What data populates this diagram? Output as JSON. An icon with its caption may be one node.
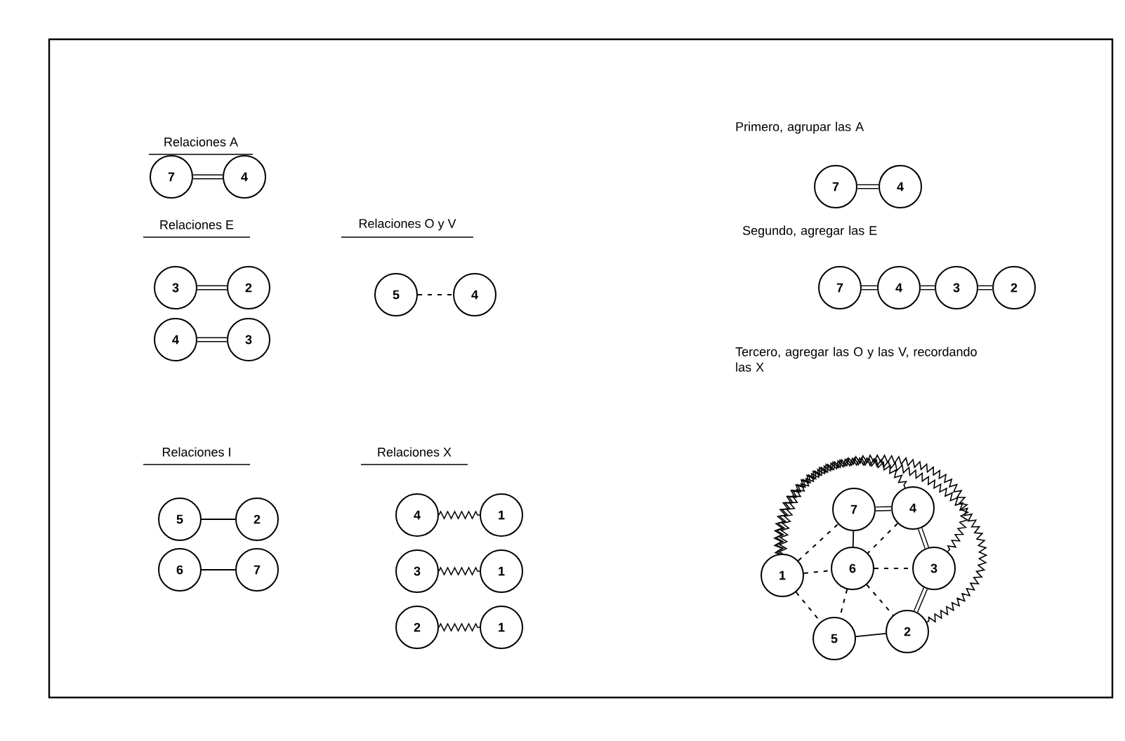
{
  "diagram": {
    "nodes": [
      {
        "text": [
          "7"
        ]
      },
      {
        "text": [
          "4"
        ]
      },
      {
        "text": [
          "3"
        ]
      },
      {
        "text": [
          "2"
        ]
      },
      {
        "text": [
          "4"
        ]
      },
      {
        "text": [
          "3"
        ]
      },
      {
        "text": [
          "5"
        ]
      },
      {
        "text": [
          "4"
        ]
      },
      {
        "text": [
          "5"
        ]
      },
      {
        "text": [
          "2"
        ]
      },
      {
        "text": [
          "6"
        ]
      },
      {
        "text": [
          "7"
        ]
      },
      {
        "text": [
          "4"
        ]
      },
      {
        "text": [
          "1"
        ]
      },
      {
        "text": [
          "3"
        ]
      },
      {
        "text": [
          "1"
        ]
      },
      {
        "text": [
          "2"
        ]
      },
      {
        "text": [
          "1"
        ]
      },
      {
        "text": [
          "7"
        ]
      },
      {
        "text": [
          "4"
        ]
      },
      {
        "text": [
          "7"
        ]
      },
      {
        "text": [
          "4"
        ]
      },
      {
        "text": [
          "3"
        ]
      },
      {
        "text": [
          "2"
        ]
      },
      {
        "text": [
          "7"
        ]
      },
      {
        "text": [
          "4"
        ]
      },
      {
        "text": [
          "1"
        ]
      },
      {
        "text": [
          "6"
        ]
      },
      {
        "text": [
          "3"
        ]
      },
      {
        "text": [
          "5"
        ]
      },
      {
        "text": [
          "2"
        ]
      }
    ],
    "edges": [
      {
        "from": 0,
        "to": 1,
        "arrow": "none",
        "style": "thick"
      },
      {
        "from": 2,
        "to": 3,
        "arrow": "none",
        "style": "thick"
      },
      {
        "from": 4,
        "to": 5,
        "arrow": "none",
        "style": "thick"
      },
      {
        "from": 6,
        "to": 7,
        "arrow": "none",
        "style": "dashed"
      },
      {
        "from": 8,
        "to": 9,
        "arrow": "none"
      },
      {
        "from": 10,
        "to": 11,
        "arrow": "none"
      },
      {
        "from": 12,
        "to": 13,
        "arrow": "none"
      },
      {
        "from": 14,
        "to": 15,
        "arrow": "none"
      },
      {
        "from": 16,
        "to": 17,
        "arrow": "none"
      },
      {
        "from": 18,
        "to": 19,
        "arrow": "none",
        "style": "thick"
      },
      {
        "from": 20,
        "to": 21,
        "arrow": "none",
        "style": "thick"
      },
      {
        "from": 21,
        "to": 22,
        "arrow": "none",
        "style": "thick"
      },
      {
        "from": 22,
        "to": 23,
        "arrow": "none",
        "style": "thick"
      },
      {
        "from": 24,
        "to": 25,
        "arrow": "none",
        "style": "thick"
      },
      {
        "from": 25,
        "to": 28,
        "arrow": "none",
        "style": "thick"
      },
      {
        "from": 28,
        "to": 30,
        "arrow": "none",
        "style": "thick"
      },
      {
        "from": 27,
        "to": 24,
        "arrow": "none"
      },
      {
        "from": 29,
        "to": 30,
        "arrow": "none"
      },
      {
        "from": 26,
        "to": 24,
        "arrow": "none",
        "style": "dashed"
      },
      {
        "from": 26,
        "to": 27,
        "arrow": "none",
        "style": "dashed"
      },
      {
        "from": 26,
        "to": 29,
        "arrow": "none",
        "style": "dashed"
      },
      {
        "from": 25,
        "to": 27,
        "arrow": "none",
        "style": "dashed"
      },
      {
        "from": 27,
        "to": 28,
        "arrow": "none",
        "style": "dashed"
      },
      {
        "from": 27,
        "to": 29,
        "arrow": "none",
        "style": "dashed"
      },
      {
        "from": 27,
        "to": 30,
        "arrow": "none",
        "style": "dashed"
      },
      {
        "from": 26,
        "to": 25,
        "arrow": "none"
      },
      {
        "from": 26,
        "to": 28,
        "arrow": "none"
      },
      {
        "from": 26,
        "to": 30,
        "arrow": "none"
      }
    ],
    "labels": [
      "Relaciones A",
      "Primero, agrupar las A",
      "Relaciones E",
      "Relaciones O y V",
      "Segundo, agregar las E",
      "Tercero, agregar las O y las V, recordando las X",
      "Relaciones I",
      "Relaciones X"
    ]
  }
}
